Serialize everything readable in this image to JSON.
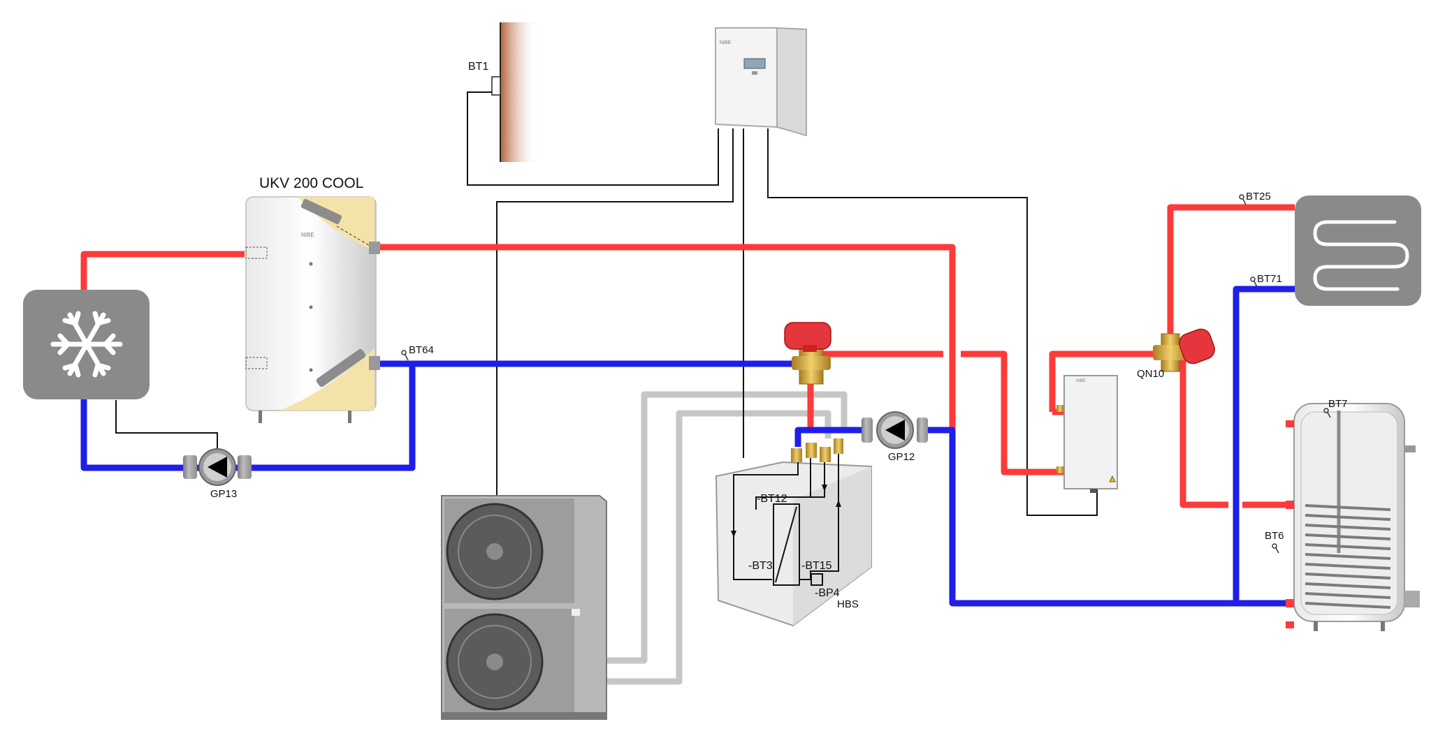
{
  "labels": {
    "buffer_tank": "UKV 200 COOL",
    "bt1": "BT1",
    "bt64": "BT64",
    "gp13": "GP13",
    "gp12": "GP12",
    "bt12": "-BT12",
    "bt3": "-BT3",
    "bt15": "-BT15",
    "bp4": "-BP4",
    "hbs": "HBS",
    "bt25": "BT25",
    "bt71": "BT71",
    "qn10": "QN10",
    "bt7": "BT7",
    "bt6": "BT6"
  },
  "brand": "NIBE",
  "colors": {
    "supply": "#fd3a3a",
    "return": "#1f1fe8",
    "signal": "#111111",
    "refrigerant": "#c8c8c8",
    "icon_tile": "#8a8a8a",
    "insulation": "#f3e3a8",
    "wall": "#c97a55"
  },
  "icons": [
    "snowflake-icon",
    "floor-heating-coil-icon",
    "pump-icon",
    "shunt-valve-icon",
    "outdoor-sensor-icon",
    "sensor-icon"
  ]
}
